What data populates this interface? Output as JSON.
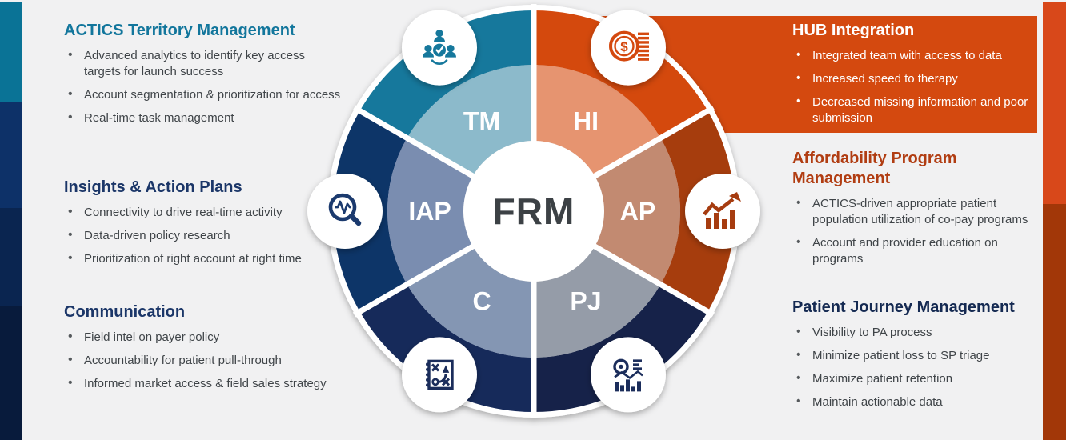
{
  "canvas": {
    "background": "#f1f1f2"
  },
  "left_edge_stripe": {
    "segments": [
      {
        "name": "teal",
        "color": "#0a7396"
      },
      {
        "name": "navy-medium",
        "color": "#0d3168"
      },
      {
        "name": "navy-dark",
        "color": "#0a2550"
      },
      {
        "name": "navy-darkest",
        "color": "#081b3c"
      }
    ]
  },
  "right_edge_stripe": {
    "segments": [
      {
        "name": "orange",
        "color": "#d8481a"
      },
      {
        "name": "rust",
        "color": "#a23708"
      }
    ]
  },
  "hub_banner_color": "#d4490f",
  "body_text_color": "#3f4448",
  "left_panel": {
    "sections": [
      {
        "id": "territory",
        "title": "ACTICS Territory Management",
        "title_color": "#12769c",
        "bullets": [
          "Advanced analytics to identify key access targets for launch success",
          "Account segmentation & prioritization for access",
          "Real-time task management"
        ]
      },
      {
        "id": "insights",
        "title": "Insights & Action Plans",
        "title_color": "#1b3668",
        "bullets": [
          "Connectivity to drive real-time activity",
          "Data-driven policy research",
          "Prioritization of right account at right time"
        ]
      },
      {
        "id": "communication",
        "title": "Communication",
        "title_color": "#1b3668",
        "bullets": [
          "Field intel on payer policy",
          "Accountability for patient pull-through",
          "Informed market access & field sales strategy"
        ]
      }
    ]
  },
  "right_panel": {
    "sections": [
      {
        "id": "hub",
        "title": "HUB Integration",
        "title_color": "#ffffff",
        "bullets": [
          "Integrated team with access to data",
          "Increased speed to therapy",
          "Decreased missing information and poor submission"
        ]
      },
      {
        "id": "affordability",
        "title": "Affordability Program Management",
        "title_color": "#b13d12",
        "bullets": [
          "ACTICS-driven appropriate patient population utilization of co-pay programs",
          "Account and provider education on programs"
        ]
      },
      {
        "id": "patient-journey",
        "title": "Patient Journey Management",
        "title_color": "#152a52",
        "bullets": [
          "Visibility to PA process",
          "Minimize patient loss to SP triage",
          "Maximize patient retention",
          "Maintain actionable data"
        ]
      }
    ]
  },
  "wheel": {
    "center_label": "FRM",
    "center_label_color": "#3c4145",
    "segments": [
      {
        "code": "HI",
        "start": 0,
        "end": 60,
        "outer_color": "#d4490f",
        "inner_color": "#e6946f",
        "icon": "money-icon",
        "icon_color": "#d4490f"
      },
      {
        "code": "AP",
        "start": 60,
        "end": 120,
        "outer_color": "#a63c10",
        "inner_color": "#c28a71",
        "icon": "growth-chart-icon",
        "icon_color": "#a63c10"
      },
      {
        "code": "PJ",
        "start": 120,
        "end": 180,
        "outer_color": "#122148",
        "inner_color": "#959ca8",
        "icon": "analytics-icon",
        "icon_color": "#1b2d5b"
      },
      {
        "code": "C",
        "start": 180,
        "end": 240,
        "outer_color": "#15295a",
        "inner_color": "#8496b3",
        "icon": "strategy-icon",
        "icon_color": "#1b2d5b"
      },
      {
        "code": "IAP",
        "start": 240,
        "end": 300,
        "outer_color": "#113468",
        "inner_color": "#7a8db0",
        "icon": "search-pulse-icon",
        "icon_color": "#1b3a6e"
      },
      {
        "code": "TM",
        "start": 300,
        "end": 360,
        "outer_color": "#16789c",
        "inner_color": "#8cbacb",
        "icon": "team-icon",
        "icon_color": "#16789c"
      }
    ]
  }
}
